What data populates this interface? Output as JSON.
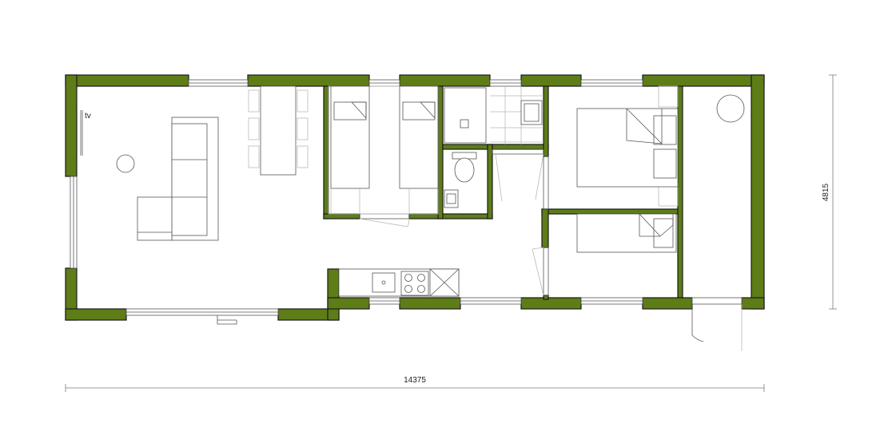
{
  "plan": {
    "tv_label": "tv",
    "dim_width": "14375",
    "dim_depth": "4815",
    "colors": {
      "wall": "#5e7d17",
      "line": "#555555",
      "faint": "#b9b9b9"
    }
  }
}
